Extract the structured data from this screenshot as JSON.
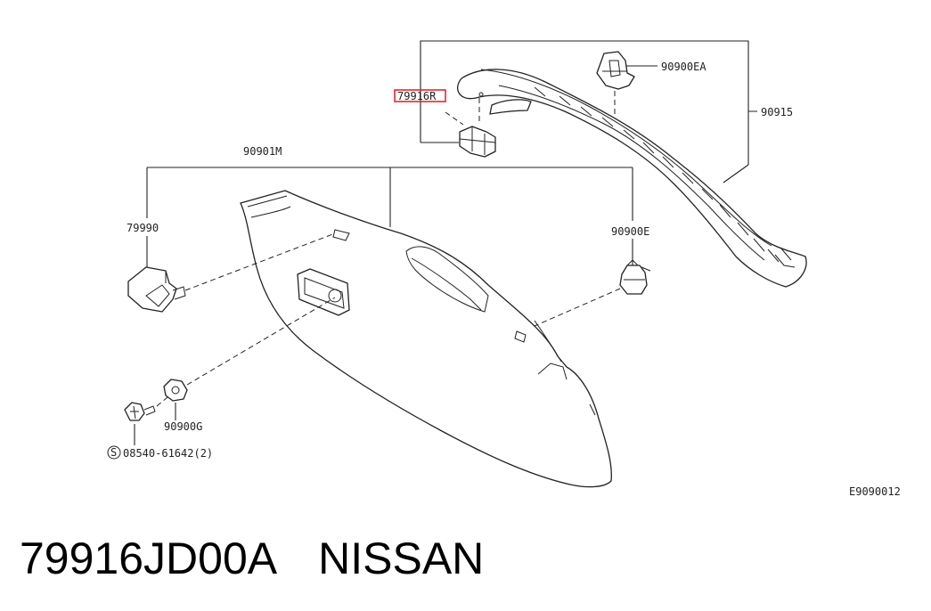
{
  "callouts": {
    "p_79916r": "79916R",
    "p_90900ea": "90900EA",
    "p_90915": "90915",
    "p_90901m": "90901M",
    "p_79990": "79990",
    "p_90900e": "90900E",
    "p_90900g": "90900G",
    "p_08540": "08540-61642(2)",
    "screw_symbol": "S"
  },
  "diagram_code": "E9090012",
  "caption": {
    "part_number": "79916JD00A",
    "brand": "NISSAN"
  },
  "highlight_color": "#e8242c"
}
